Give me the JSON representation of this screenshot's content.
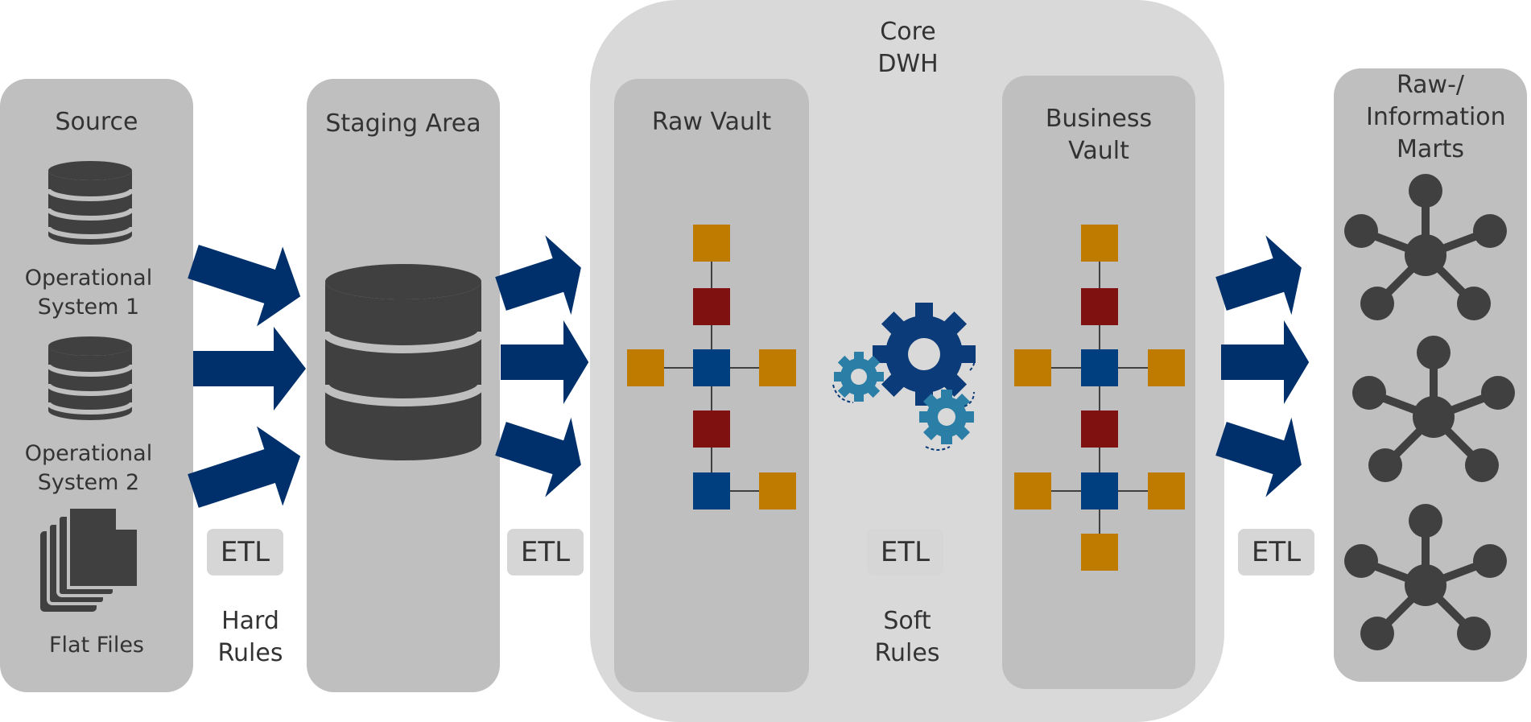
{
  "source": {
    "title": "Source",
    "items": [
      {
        "label": "Operational System 1",
        "icon": "database-icon"
      },
      {
        "label": "Operational System 2",
        "icon": "database-icon"
      },
      {
        "label": "Flat Files",
        "icon": "document-stack-icon"
      }
    ]
  },
  "staging": {
    "title": "Staging Area",
    "icon": "database-icon"
  },
  "core": {
    "title": "Core DWH",
    "raw_vault": {
      "title": "Raw Vault"
    },
    "business_vault": {
      "title": "Business Vault"
    },
    "etl": "ETL",
    "rules": "Soft Rules"
  },
  "marts": {
    "title": "Raw-/ Information Marts",
    "icon": "star-schema-icon"
  },
  "etl_labels": [
    "ETL",
    "ETL",
    "ETL",
    "ETL"
  ],
  "hard_rules": "Hard Rules",
  "colors": {
    "arrow": "#00306b",
    "panel": "#bfbfbf",
    "core_bg": "#d9d9d9",
    "icon_dark": "#404040",
    "hub": "#003f7f",
    "link": "#7f1111",
    "satellite": "#bf7a00",
    "gear_dark": "#0b3b78",
    "gear_light": "#2b7fa7"
  }
}
